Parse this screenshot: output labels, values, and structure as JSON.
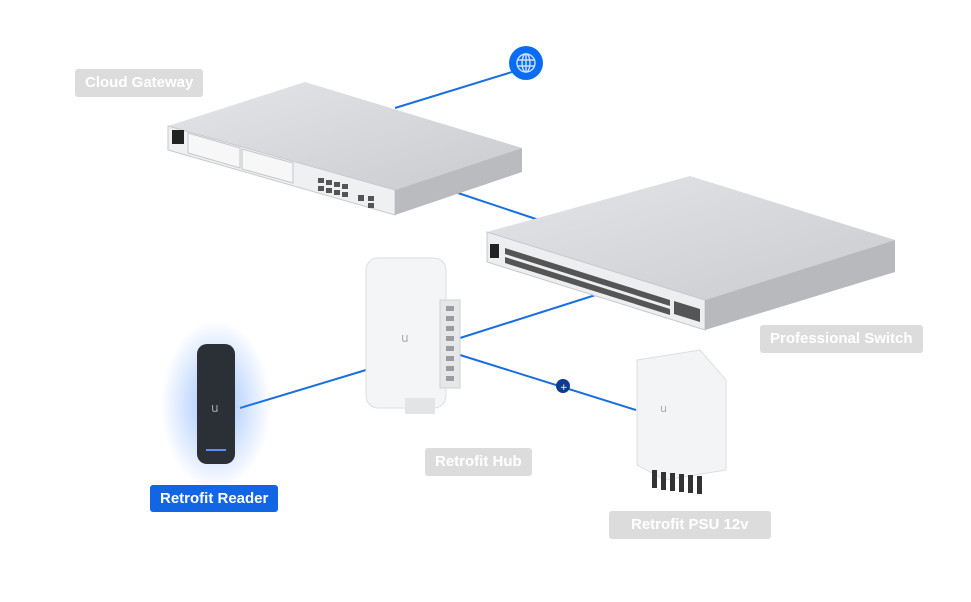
{
  "colors": {
    "link": "#1a6fe0",
    "accent": "#1366e3",
    "label_bg": "#dcdcdc",
    "power_dot": "#0b3d91"
  },
  "icons": {
    "internet": "globe-icon",
    "power": "power-dot-icon"
  },
  "devices": {
    "gateway": {
      "label": "Cloud Gateway",
      "selected": false
    },
    "switch": {
      "label": "Professional Switch",
      "selected": false
    },
    "hub": {
      "label": "Retrofit Hub",
      "selected": false
    },
    "reader": {
      "label": "Retrofit Reader",
      "selected": true
    },
    "psu": {
      "label": "Retrofit PSU 12v",
      "selected": false
    }
  }
}
